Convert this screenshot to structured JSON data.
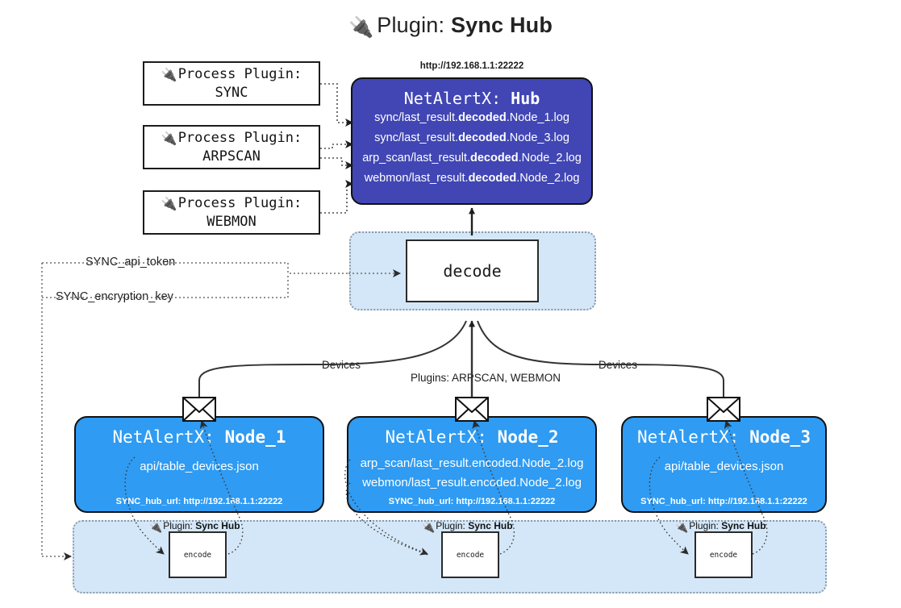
{
  "title": {
    "icon": "plug-icon",
    "prefix": "Plugin:",
    "name": "Sync Hub"
  },
  "process_plugins": [
    {
      "label": "Process Plugin:",
      "name": "SYNC"
    },
    {
      "label": "Process Plugin:",
      "name": "ARPSCAN"
    },
    {
      "label": "Process Plugin:",
      "name": "WEBMON"
    }
  ],
  "hub": {
    "url": "http://192.168.1.1:22222",
    "title_prefix": "NetAlertX:",
    "title_name": "Hub",
    "color": "#4146b4",
    "lines": [
      {
        "pre": "sync/last_result.",
        "mid": "decoded",
        "post": ".Node_1.log"
      },
      {
        "pre": "sync/last_result.",
        "mid": "decoded",
        "post": ".Node_3.log"
      },
      {
        "pre": "arp_scan/last_result.",
        "mid": "decoded",
        "post": ".Node_2.log"
      },
      {
        "pre": "webmon/last_result.",
        "mid": "decoded",
        "post": ".Node_2.log"
      }
    ]
  },
  "decode": {
    "label": "decode"
  },
  "secrets": [
    {
      "label": "SYNC_api_token"
    },
    {
      "label": "SYNC_encryption_key"
    }
  ],
  "edge_labels": {
    "devices_left": "Devices",
    "devices_right": "Devices",
    "plugins_center": "Plugins: ARPSCAN, WEBMON"
  },
  "nodes": [
    {
      "title_prefix": "NetAlertX:",
      "title_name": "Node_1",
      "color": "#2f9bf2",
      "lines": [
        "api/table_devices.json"
      ],
      "url_label": "SYNC_hub_url: http://192.168.1.1:22222"
    },
    {
      "title_prefix": "NetAlertX:",
      "title_name": "Node_2",
      "color": "#2f9bf2",
      "lines": [
        "arp_scan/last_result.encoded.Node_2.log",
        "webmon/last_result.encoded.Node_2.log"
      ],
      "url_label": "SYNC_hub_url: http://192.168.1.1:22222"
    },
    {
      "title_prefix": "NetAlertX:",
      "title_name": "Node_3",
      "color": "#2f9bf2",
      "lines": [
        "api/table_devices.json"
      ],
      "url_label": "SYNC_hub_url: http://192.168.1.1:22222"
    }
  ],
  "encoders": [
    {
      "caption_prefix": "Plugin:",
      "caption_name": "Sync Hub",
      "box_label": "encode"
    },
    {
      "caption_prefix": "Plugin:",
      "caption_name": "Sync Hub",
      "box_label": "encode"
    },
    {
      "caption_prefix": "Plugin:",
      "caption_name": "Sync Hub",
      "box_label": "encode"
    }
  ]
}
